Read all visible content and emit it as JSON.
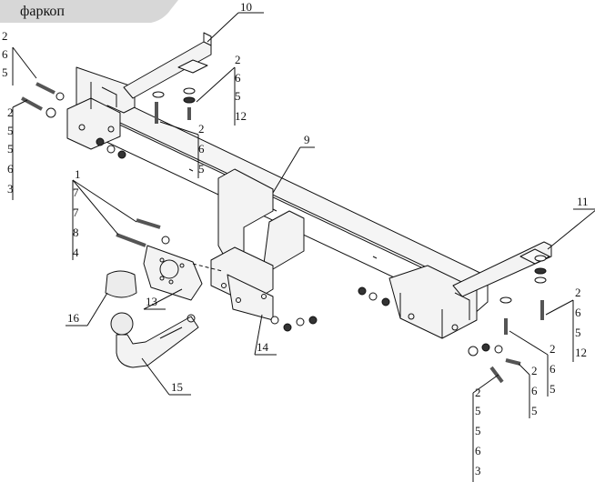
{
  "header": {
    "tab_label": "фаркоп",
    "tab_fill": "#d7d7d7"
  },
  "callouts": {
    "c1": {
      "title": "10",
      "lines": []
    },
    "c2": {
      "title": "",
      "lines": [
        "2",
        "6",
        "5"
      ]
    },
    "c3": {
      "title": "",
      "lines": [
        "2",
        "5",
        "5",
        "6",
        "3"
      ]
    },
    "c4": {
      "title": "2",
      "lines": [
        "6",
        "5",
        "12"
      ]
    },
    "c5": {
      "title": "2",
      "lines": [
        "6",
        "5"
      ]
    },
    "c6": {
      "title": "9",
      "lines": []
    },
    "c7": {
      "title": "1",
      "lines": [
        "7",
        "7",
        "8",
        "4"
      ]
    },
    "c8": {
      "title": "11",
      "lines": []
    },
    "c9": {
      "title": "13",
      "lines": []
    },
    "c10": {
      "title": "16",
      "lines": []
    },
    "c11": {
      "title": "14",
      "lines": []
    },
    "c12": {
      "title": "15",
      "lines": []
    },
    "c13": {
      "title": "2",
      "lines": [
        "6",
        "5",
        "12"
      ]
    },
    "c14": {
      "title": "2",
      "lines": [
        "6",
        "5"
      ]
    },
    "c15": {
      "title": "2",
      "lines": [
        "6",
        "5"
      ]
    },
    "c16": {
      "title": "2",
      "lines": [
        "5",
        "5",
        "6",
        "3"
      ]
    }
  },
  "colors": {
    "line": "#111111",
    "part_fill": "#f3f3f3",
    "dark": "#222222"
  }
}
